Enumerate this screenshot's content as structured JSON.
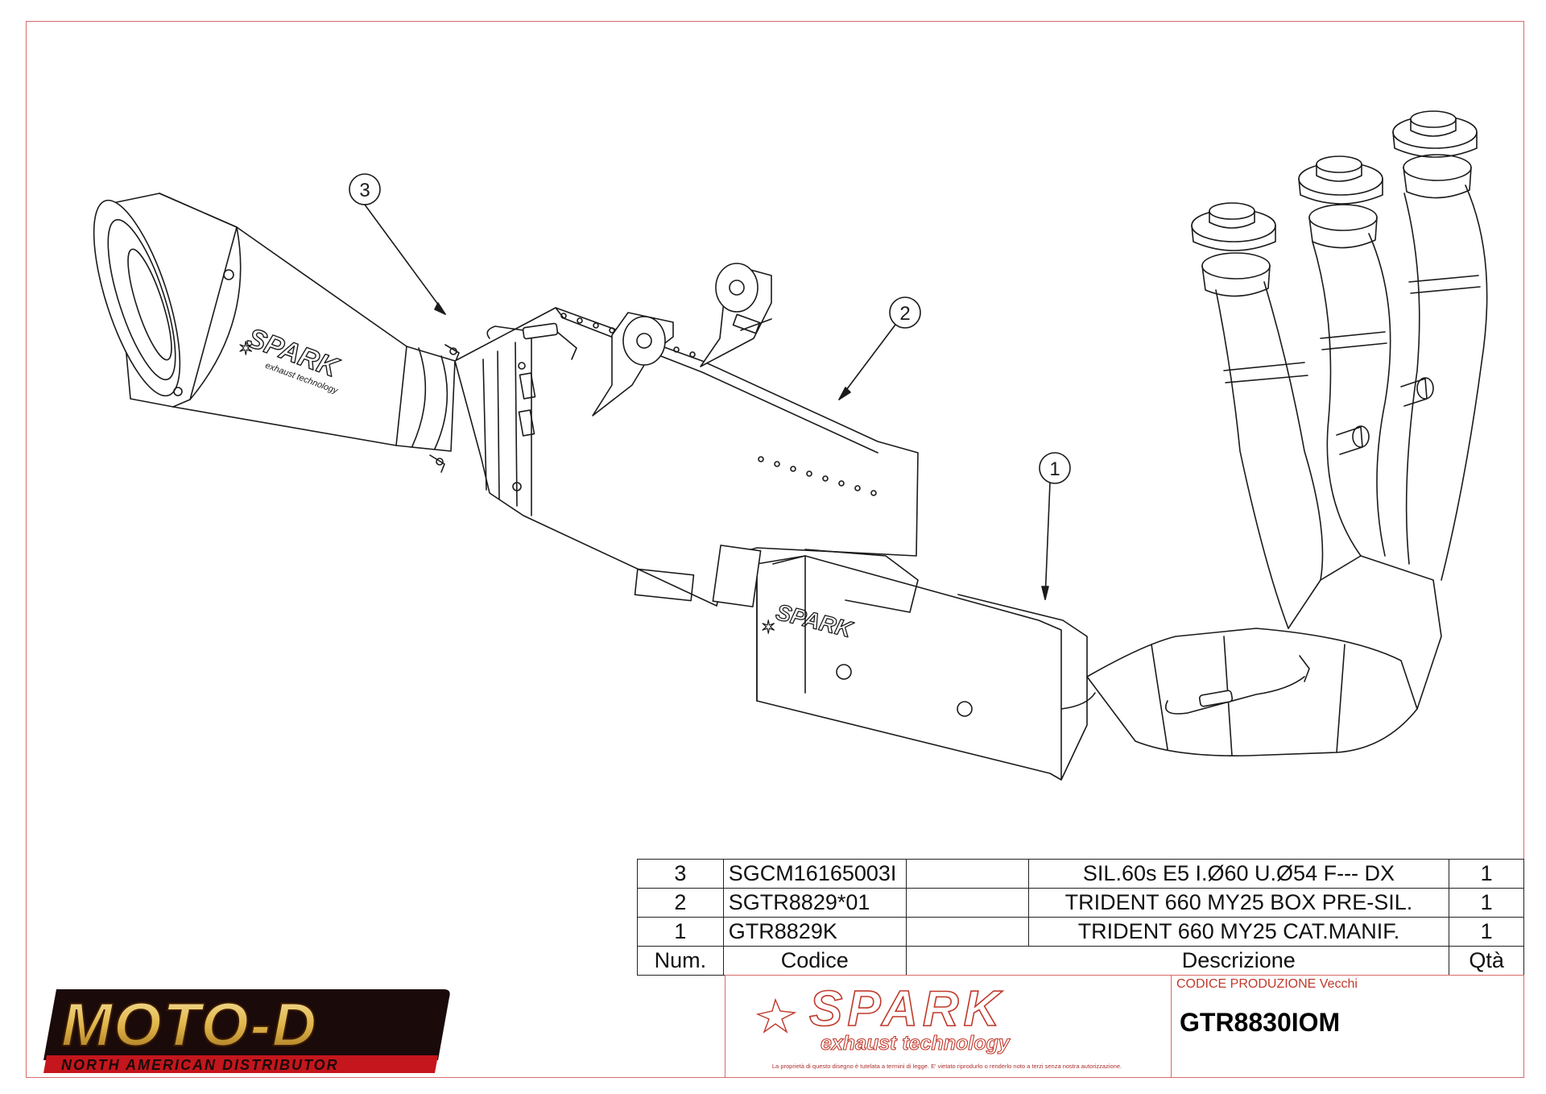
{
  "callouts": [
    {
      "id": "3",
      "label": "3"
    },
    {
      "id": "2",
      "label": "2"
    },
    {
      "id": "1",
      "label": "1"
    }
  ],
  "part_branding": {
    "silencer_logo": "SPARK",
    "silencer_tagline": "exhaust technology",
    "box_logo": "SPARK"
  },
  "bom": {
    "headers": {
      "num": "Num.",
      "code": "Codice",
      "description": "Descrizione",
      "qty": "Qtà"
    },
    "rows": [
      {
        "num": "3",
        "code": "SGCM16165003I",
        "description": "SIL.60s E5 I.Ø60 U.Ø54 F--- DX",
        "qty": "1"
      },
      {
        "num": "2",
        "code": "SGTR8829*01",
        "description": "TRIDENT 660 MY25 BOX PRE-SIL.",
        "qty": "1"
      },
      {
        "num": "1",
        "code": "GTR8829K",
        "description": "TRIDENT 660 MY25 CAT.MANIF.",
        "qty": "1"
      }
    ]
  },
  "title_block": {
    "brand": "SPARK",
    "tagline": "exhaust technology",
    "production_label": "CODICE PRODUZIONE Vecchi",
    "production_code": "GTR8830IOM",
    "legal_note": "La proprietà di questo disegno è tutelata a termini di legge. E' vietato riprodurlo o renderlo noto a terzi senza nostra autorizzazione."
  },
  "distributor": {
    "name": "MOTO-D",
    "subtitle": "NORTH AMERICAN DISTRIBUTOR"
  },
  "colors": {
    "frame": "#d86a6a",
    "line": "#1a1a1a",
    "spark_red": "#c0392b",
    "motod_gold": "#e0b54a",
    "motod_red": "#c4161c"
  }
}
